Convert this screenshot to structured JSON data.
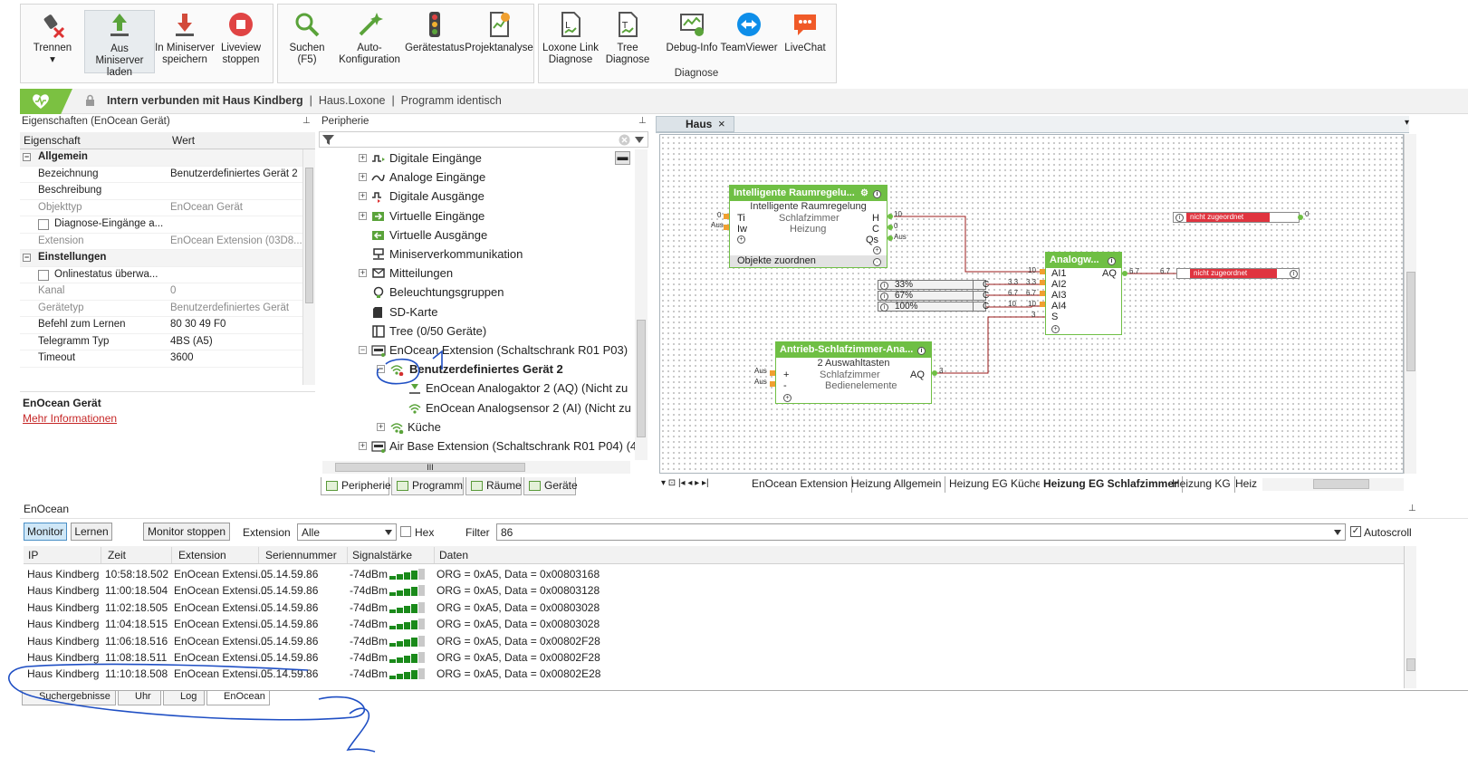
{
  "ribbon": {
    "buttons": [
      {
        "label1": "Trennen",
        "label2": "▾"
      },
      {
        "label1": "Aus Miniserver",
        "label2": "laden"
      },
      {
        "label1": "In Miniserver",
        "label2": "speichern"
      },
      {
        "label1": "Liveview",
        "label2": "stoppen"
      },
      {
        "label1": "Suchen",
        "label2": "(F5)"
      },
      {
        "label1": "Auto-",
        "label2": "Konfiguration"
      },
      {
        "label1": "Gerätestatus",
        "label2": ""
      },
      {
        "label1": "Projektanalyse",
        "label2": ""
      },
      {
        "label1": "Loxone Link",
        "label2": "Diagnose"
      },
      {
        "label1": "Tree",
        "label2": "Diagnose"
      },
      {
        "label1": "Debug-Info",
        "label2": ""
      },
      {
        "label1": "TeamViewer",
        "label2": ""
      },
      {
        "label1": "LiveChat",
        "label2": ""
      }
    ],
    "group_diagnose": "Diagnose"
  },
  "status": {
    "connection": "Intern verbunden mit Haus Kindberg",
    "sep1": "|",
    "file": "Haus.Loxone",
    "sep2": "|",
    "program": "Programm identisch"
  },
  "properties": {
    "title": "Eigenschaften (EnOcean Gerät)",
    "col_key": "Eigenschaft",
    "col_value": "Wert",
    "rows": [
      {
        "k": "Allgemein",
        "v": ""
      },
      {
        "k": "Bezeichnung",
        "v": "Benutzerdefiniertes Gerät 2"
      },
      {
        "k": "Beschreibung",
        "v": ""
      },
      {
        "k": "Objekttyp",
        "v": "EnOcean Gerät"
      },
      {
        "k": "Diagnose-Eingänge a...",
        "v": ""
      },
      {
        "k": "Extension",
        "v": "EnOcean Extension (03D8..."
      },
      {
        "k": "Einstellungen",
        "v": ""
      },
      {
        "k": "Onlinestatus überwa...",
        "v": ""
      },
      {
        "k": "Kanal",
        "v": "0"
      },
      {
        "k": "Gerätetyp",
        "v": "Benutzerdefiniertes Gerät"
      },
      {
        "k": "Befehl zum Lernen",
        "v": "80 30 49 F0"
      },
      {
        "k": "Telegramm Typ",
        "v": "4BS (A5)"
      },
      {
        "k": "Timeout",
        "v": "3600"
      }
    ],
    "info_title": "EnOcean Gerät",
    "info_link": "Mehr Informationen"
  },
  "periphery": {
    "title": "Peripherie",
    "items": [
      "Digitale Eingänge",
      "Analoge Eingänge",
      "Digitale Ausgänge",
      "Virtuelle Eingänge",
      "Virtuelle Ausgänge",
      "Miniserverkommunikation",
      "Mitteilungen",
      "Beleuchtungsgruppen",
      "SD-Karte",
      "Tree  (0/50 Geräte)",
      "EnOcean Extension (Schaltschrank R01 P03)",
      "Benutzerdefiniertes Gerät 2",
      "EnOcean Analogaktor 2 (AQ) (Nicht zu",
      "EnOcean Analogsensor 2 (AI) (Nicht zu",
      "Küche",
      "Air Base Extension (Schaltschrank R01 P04) (4"
    ],
    "tabs": [
      "Peripherie",
      "Programm",
      "Räume",
      "Geräte"
    ],
    "scroll_mid": "III"
  },
  "canvas": {
    "tab": "Haus",
    "block1": {
      "title": "Intelligente Raumregelu...",
      "subtitle": "Intelligente Raumregelung",
      "in_ti": "Ti",
      "in_iw": "Iw",
      "room": "Schlafzimmer",
      "mode": "Heizung",
      "out_h": "H",
      "out_c": "C",
      "out_qs": "Qs",
      "footer": "Objekte zuordnen",
      "val_ti": "0",
      "val_iw": "Aus",
      "val_h": "10",
      "val_c": "0",
      "val_qs": "Aus"
    },
    "block2": {
      "title": "Analogw...",
      "inputs": [
        "AI1",
        "AI2",
        "AI3",
        "AI4",
        "S"
      ],
      "output": "AQ",
      "in_vals": [
        "10",
        "3.3",
        "6.7",
        "10",
        "3"
      ],
      "out_val": "6.7"
    },
    "block3": {
      "title": "Antrieb-Schlafzimmer-Ana...",
      "subtitle": "2 Auswahltasten",
      "in_plus": "+",
      "in_minus": "-",
      "room": "Schlafzimmer",
      "category": "Bedienelemente",
      "output": "AQ",
      "in_vals": [
        "Aus",
        "Aus"
      ],
      "out_val": "3"
    },
    "constants": [
      {
        "label": "33%",
        "unit": "C",
        "val": "3.3"
      },
      {
        "label": "67%",
        "unit": "C",
        "val": "6.7"
      },
      {
        "label": "100%",
        "unit": "C",
        "val": "10"
      }
    ],
    "unassigned": {
      "text": "nicht zugeordnet",
      "val_top": "0",
      "val_right": "6.7"
    },
    "sheet_tabs": [
      "EnOcean Extension",
      "Heizung Allgemein",
      "Heizung EG Küche",
      "Heizung EG Schlafzimmer",
      "Heizung KG",
      "Heiz"
    ]
  },
  "monitor": {
    "title": "EnOcean",
    "btn_monitor": "Monitor",
    "btn_learn": "Lernen",
    "btn_stop": "Monitor stoppen",
    "extension_label": "Extension",
    "extension_value": "Alle",
    "hex_label": "Hex",
    "filter_label": "Filter",
    "filter_value": "86",
    "autoscroll_label": "Autoscroll",
    "columns": [
      "IP",
      "Zeit",
      "Extension",
      "Seriennummer",
      "Signalstärke",
      "Daten"
    ],
    "rows": [
      {
        "ip": "Haus Kindberg",
        "time": "10:58:18.502",
        "ext": "EnOcean Extensi...",
        "serial": "05.14.59.86",
        "signal": "-74dBm",
        "data": "ORG = 0xA5, Data = 0x00803168"
      },
      {
        "ip": "Haus Kindberg",
        "time": "11:00:18.504",
        "ext": "EnOcean Extensi...",
        "serial": "05.14.59.86",
        "signal": "-74dBm",
        "data": "ORG = 0xA5, Data = 0x00803128"
      },
      {
        "ip": "Haus Kindberg",
        "time": "11:02:18.505",
        "ext": "EnOcean Extensi...",
        "serial": "05.14.59.86",
        "signal": "-74dBm",
        "data": "ORG = 0xA5, Data = 0x00803028"
      },
      {
        "ip": "Haus Kindberg",
        "time": "11:04:18.515",
        "ext": "EnOcean Extensi...",
        "serial": "05.14.59.86",
        "signal": "-74dBm",
        "data": "ORG = 0xA5, Data = 0x00803028"
      },
      {
        "ip": "Haus Kindberg",
        "time": "11:06:18.516",
        "ext": "EnOcean Extensi...",
        "serial": "05.14.59.86",
        "signal": "-74dBm",
        "data": "ORG = 0xA5, Data = 0x00802F28"
      },
      {
        "ip": "Haus Kindberg",
        "time": "11:08:18.511",
        "ext": "EnOcean Extensi...",
        "serial": "05.14.59.86",
        "signal": "-74dBm",
        "data": "ORG = 0xA5, Data = 0x00802F28"
      },
      {
        "ip": "Haus Kindberg",
        "time": "11:10:18.508",
        "ext": "EnOcean Extensi...",
        "serial": "05.14.59.86",
        "signal": "-74dBm",
        "data": "ORG = 0xA5, Data = 0x00802E28"
      }
    ],
    "bottom_tabs": [
      "Suchergebnisse",
      "Uhr",
      "Log",
      "EnOcean"
    ]
  },
  "annotations": {
    "mark1": "1",
    "mark2": "2"
  },
  "colors": {
    "accent": "#6fbf44",
    "status_green": "#7bc141",
    "alert_red": "#e0343f",
    "ink_blue": "#1f4fc4"
  }
}
